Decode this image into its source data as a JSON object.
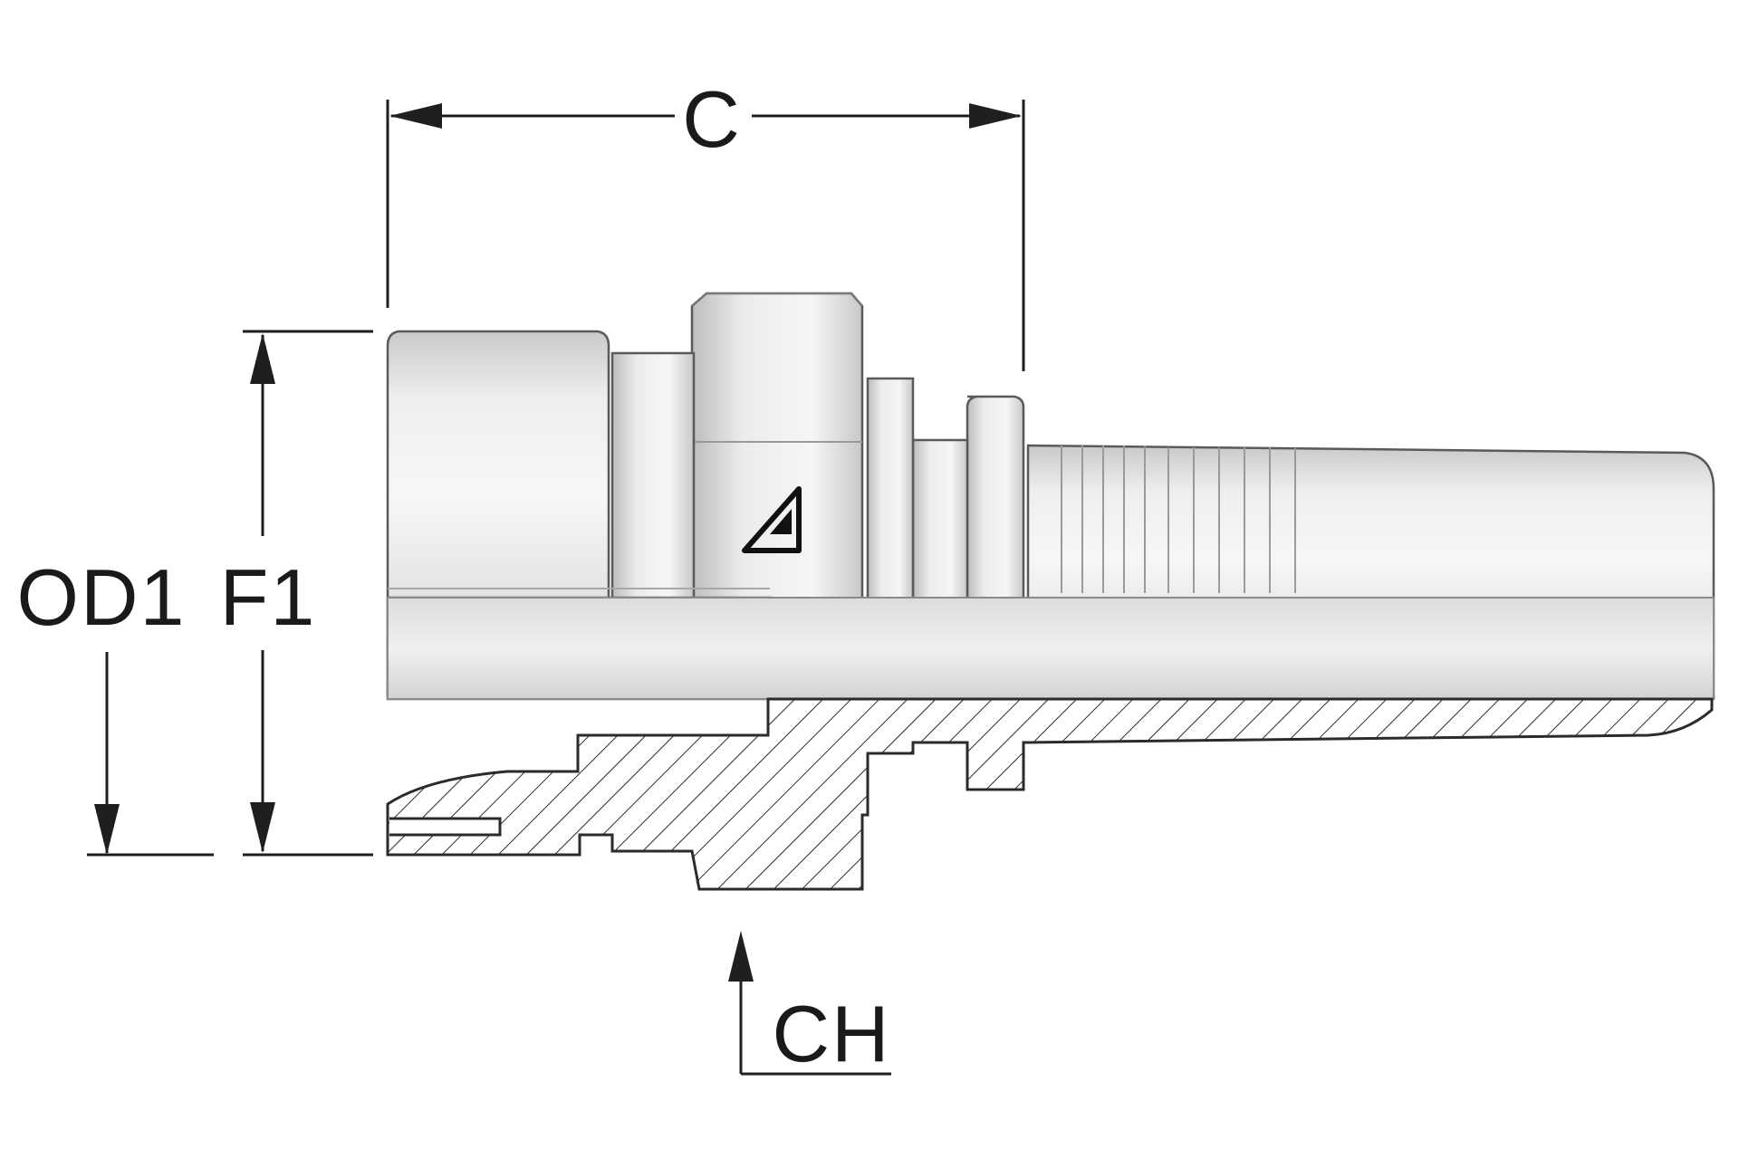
{
  "drawing": {
    "part": "hose-fitting",
    "view": "half-section",
    "colors": {
      "metal_light": "#f2f2f2",
      "metal_mid": "#d9d9d9",
      "metal_dark": "#b8b8b8",
      "line": "#1f1f1f",
      "hatch": "#2b2b2b",
      "background": "#ffffff"
    }
  },
  "dimensions": {
    "c": "C",
    "od1": "OD1",
    "f1": "F1",
    "ch": "CH"
  },
  "logo": {
    "icon": "manufacturer-logo-icon"
  }
}
